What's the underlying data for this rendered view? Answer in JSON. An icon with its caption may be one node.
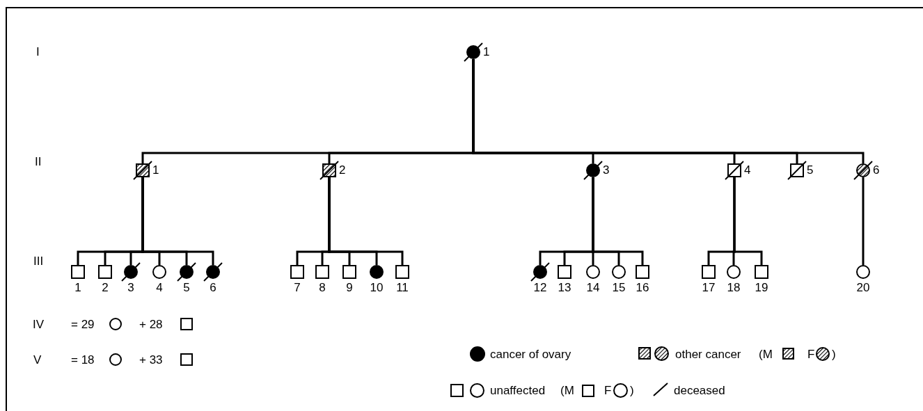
{
  "diagram": {
    "nodes": [
      {
        "text": [],
        "shape": "circle",
        "beside": [
          "1"
        ]
      },
      {
        "text": [],
        "shape": "box",
        "beside": [
          "1"
        ]
      },
      {
        "text": [],
        "shape": "box",
        "beside": [
          "2"
        ]
      },
      {
        "text": [],
        "shape": "circle",
        "beside": [
          "3"
        ]
      },
      {
        "text": [],
        "shape": "box",
        "beside": [
          "4"
        ]
      },
      {
        "text": [],
        "shape": "box",
        "beside": [
          "5"
        ]
      },
      {
        "text": [],
        "shape": "circle",
        "beside": [
          "6"
        ]
      },
      {
        "text": [],
        "shape": "box",
        "beside": [
          "1"
        ]
      },
      {
        "text": [],
        "shape": "box",
        "beside": [
          "2"
        ]
      },
      {
        "text": [],
        "shape": "circle",
        "beside": [
          "3"
        ]
      },
      {
        "text": [],
        "shape": "circle",
        "beside": [
          "4"
        ]
      },
      {
        "text": [],
        "shape": "circle",
        "beside": [
          "5"
        ]
      },
      {
        "text": [],
        "shape": "circle",
        "beside": [
          "6"
        ]
      },
      {
        "text": [],
        "shape": "box",
        "beside": [
          "7"
        ]
      },
      {
        "text": [],
        "shape": "box",
        "beside": [
          "8"
        ]
      },
      {
        "text": [],
        "shape": "box",
        "beside": [
          "9"
        ]
      },
      {
        "text": [],
        "shape": "circle",
        "beside": [
          "10"
        ]
      },
      {
        "text": [],
        "shape": "box",
        "beside": [
          "11"
        ]
      },
      {
        "text": [],
        "shape": "circle",
        "beside": [
          "12"
        ]
      },
      {
        "text": [],
        "shape": "box",
        "beside": [
          "13"
        ]
      },
      {
        "text": [],
        "shape": "circle",
        "beside": [
          "14"
        ]
      },
      {
        "text": [],
        "shape": "circle",
        "beside": [
          "15"
        ]
      },
      {
        "text": [],
        "shape": "box",
        "beside": [
          "16"
        ]
      },
      {
        "text": [],
        "shape": "box",
        "beside": [
          "17"
        ]
      },
      {
        "text": [],
        "shape": "circle",
        "beside": [
          "18"
        ]
      },
      {
        "text": [],
        "shape": "box",
        "beside": [
          "19"
        ]
      },
      {
        "text": [],
        "shape": "circle",
        "beside": [
          "20"
        ]
      }
    ],
    "edges": [
      {
        "from": 0,
        "to": 1,
        "arrow": "none"
      },
      {
        "from": 0,
        "to": 2,
        "arrow": "none"
      },
      {
        "from": 0,
        "to": 3,
        "arrow": "none"
      },
      {
        "from": 0,
        "to": 4,
        "arrow": "none"
      },
      {
        "from": 0,
        "to": 5,
        "arrow": "none"
      },
      {
        "from": 0,
        "to": 6,
        "arrow": "none"
      },
      {
        "from": 1,
        "to": 7,
        "arrow": "none"
      },
      {
        "from": 1,
        "to": 8,
        "arrow": "none"
      },
      {
        "from": 1,
        "to": 9,
        "arrow": "none"
      },
      {
        "from": 1,
        "to": 10,
        "arrow": "none"
      },
      {
        "from": 1,
        "to": 11,
        "arrow": "none"
      },
      {
        "from": 1,
        "to": 12,
        "arrow": "none"
      },
      {
        "from": 2,
        "to": 13,
        "arrow": "none"
      },
      {
        "from": 2,
        "to": 14,
        "arrow": "none"
      },
      {
        "from": 2,
        "to": 15,
        "arrow": "none"
      },
      {
        "from": 2,
        "to": 16,
        "arrow": "none"
      },
      {
        "from": 2,
        "to": 17,
        "arrow": "none"
      },
      {
        "from": 3,
        "to": 18,
        "arrow": "none"
      },
      {
        "from": 3,
        "to": 19,
        "arrow": "none"
      },
      {
        "from": 3,
        "to": 20,
        "arrow": "none"
      },
      {
        "from": 3,
        "to": 21,
        "arrow": "none"
      },
      {
        "from": 3,
        "to": 22,
        "arrow": "none"
      },
      {
        "from": 4,
        "to": 23,
        "arrow": "none"
      },
      {
        "from": 4,
        "to": 24,
        "arrow": "none"
      },
      {
        "from": 4,
        "to": 25,
        "arrow": "none"
      },
      {
        "from": 6,
        "to": 26,
        "arrow": "none"
      }
    ],
    "labels": [
      "I",
      "II",
      "III",
      "IV",
      "= 29",
      "+ 28",
      "V",
      "= 18",
      "+ 33",
      "(M",
      "F",
      ")",
      "(M",
      "F",
      ")"
    ],
    "legend": [
      {
        "text": "cancer of ovary"
      },
      {
        "text": "other cancer"
      },
      {
        "text": "unaffected"
      },
      {
        "text": "deceased"
      }
    ]
  }
}
